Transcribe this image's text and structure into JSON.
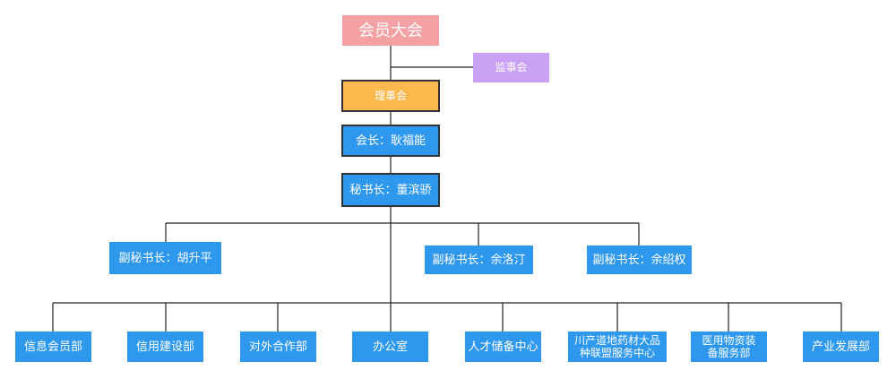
{
  "org_chart": {
    "assembly": "会员大会",
    "supervisory_board": "监事会",
    "council": "理事会",
    "president": "会长：耿福能",
    "secretary_general": "秘书长：董滨骄",
    "deputy_secretaries": [
      "副秘书长：胡升平",
      "副秘书长：余洛汀",
      "副秘书长：余绍权"
    ],
    "departments": [
      "信息会员部",
      "信用建设部",
      "对外合作部",
      "办公室",
      "人才储备中心",
      "川产道地药材大品\n种联盟服务中心",
      "医用物资装\n备服务部",
      "产业发展部"
    ]
  },
  "colors": {
    "assembly": "#f4a1a3",
    "supervisory_board": "#c9a0f4",
    "council": "#fbb84c",
    "primary_blue": "#2e97ee",
    "line": "#222222",
    "box_border": "#333333"
  }
}
